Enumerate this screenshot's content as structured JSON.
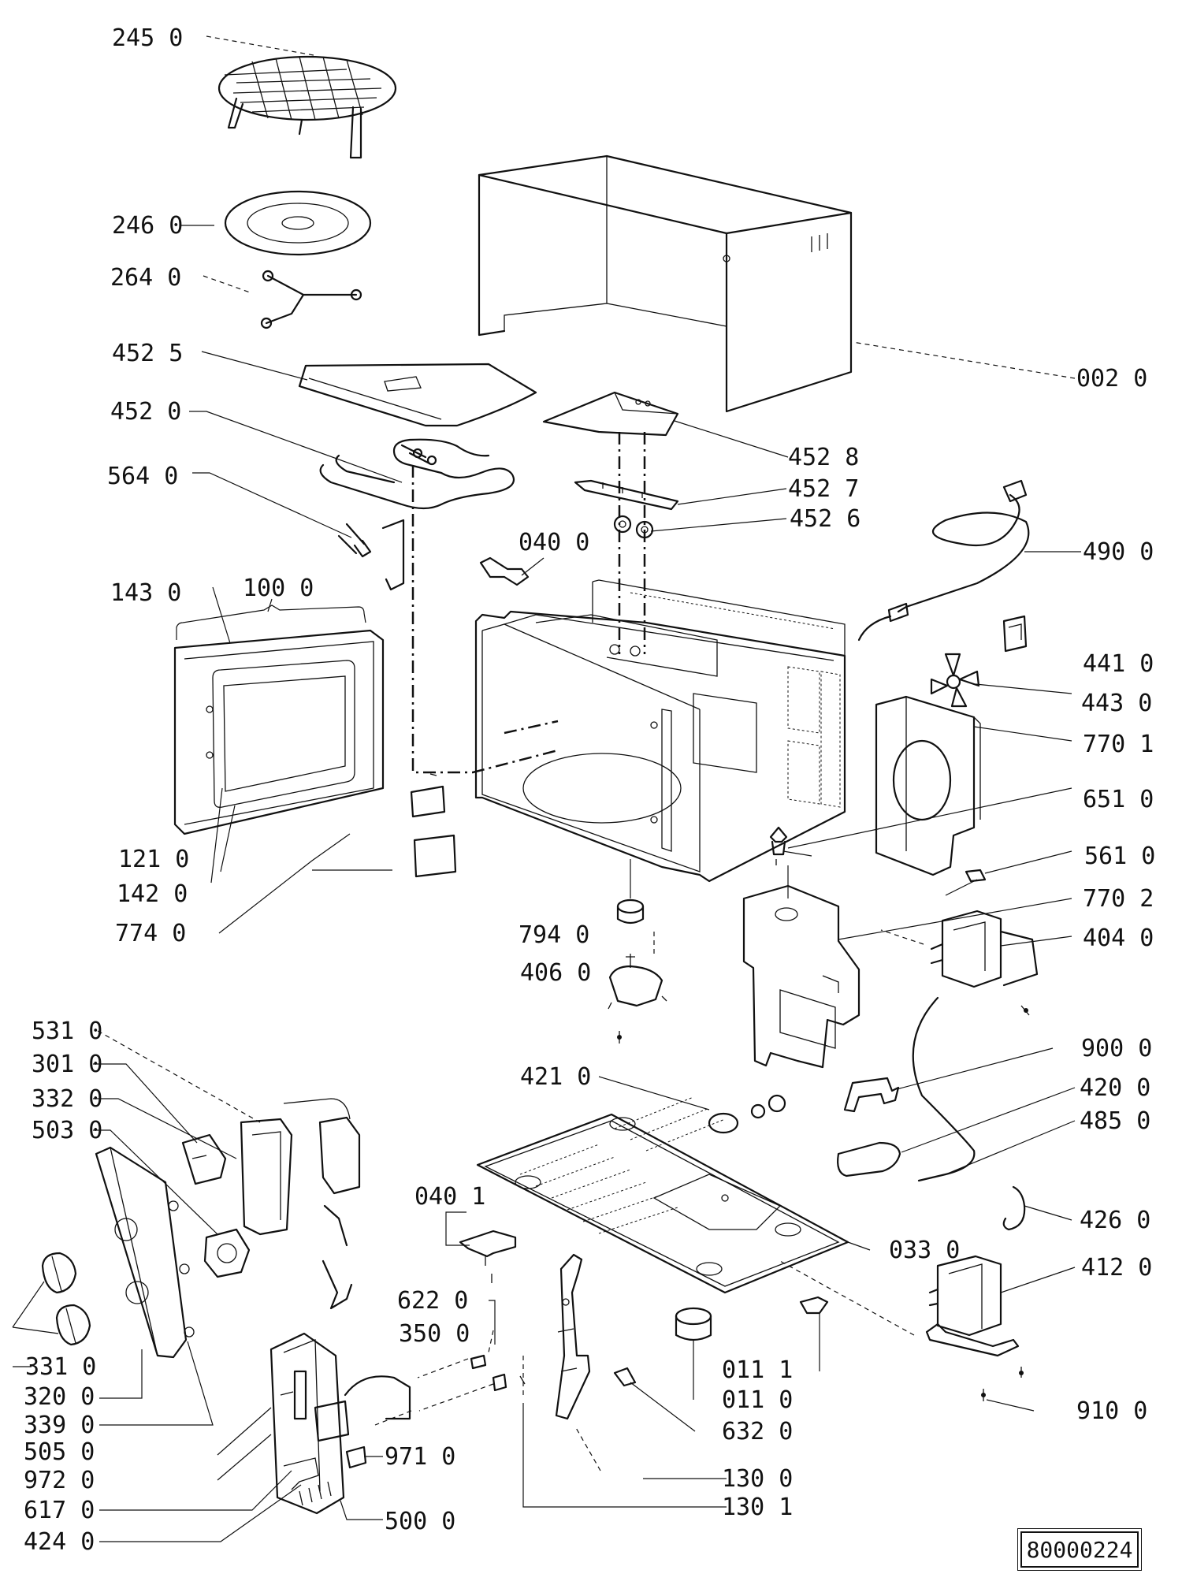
{
  "diagram": {
    "part_labels": {
      "p2450": "245 0",
      "p2460": "246 0",
      "p2640": "264 0",
      "p4525": "452 5",
      "p4520": "452 0",
      "p5640": "564 0",
      "p1430": "143 0",
      "p1000": "100 0",
      "p1210": "121 0",
      "p1420": "142 0",
      "p7740": "774 0",
      "p0020": "002 0",
      "p4528": "452 8",
      "p4527": "452 7",
      "p4526": "452 6",
      "p0400": "040 0",
      "p4900": "490 0",
      "p4410": "441 0",
      "p4430": "443 0",
      "p7701": "770 1",
      "p6510": "651 0",
      "p5610": "561 0",
      "p7702": "770 2",
      "p4040": "404 0",
      "p7940": "794 0",
      "p4060": "406 0",
      "p9000": "900 0",
      "p4200": "420 0",
      "p4850": "485 0",
      "p4210": "421 0",
      "p5310": "531 0",
      "p3010": "301 0",
      "p3320": "332 0",
      "p5030": "503 0",
      "p0401": "040 1",
      "p0330": "033 0",
      "p4260": "426 0",
      "p4120": "412 0",
      "p6220": "622 0",
      "p3500": "350 0",
      "p3310": "331 0",
      "p3200": "320 0",
      "p3390": "339 0",
      "p5050": "505 0",
      "p9720": "972 0",
      "p6170": "617 0",
      "p4240": "424 0",
      "p9710": "971 0",
      "p5000": "500 0",
      "p0111": "011 1",
      "p0110": "011 0",
      "p6320": "632 0",
      "p1300": "130 0",
      "p1301": "130 1",
      "p9100": "910 0"
    },
    "reference_code": "80000224"
  }
}
